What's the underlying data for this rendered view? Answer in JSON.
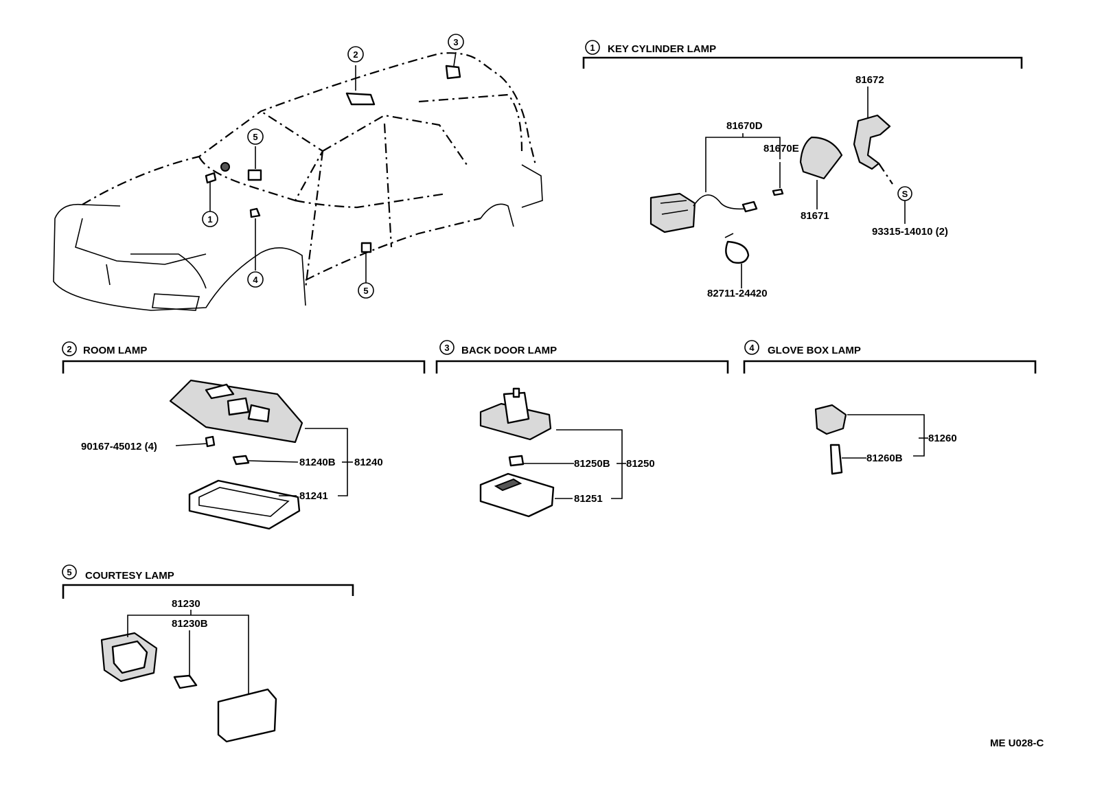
{
  "sections": {
    "key_cylinder": {
      "number": "1",
      "title": "KEY CYLINDER LAMP",
      "parts": [
        "81672",
        "81670D",
        "81670E",
        "81671",
        "93315-14010 (2)",
        "82711-24420"
      ],
      "screw_symbol": "S"
    },
    "room": {
      "number": "2",
      "title": "ROOM LAMP",
      "parts": [
        "90167-45012 (4)",
        "81240B",
        "81240",
        "81241"
      ]
    },
    "back_door": {
      "number": "3",
      "title": "BACK DOOR LAMP",
      "parts": [
        "81250B",
        "81250",
        "81251"
      ]
    },
    "glove_box": {
      "number": "4",
      "title": "GLOVE BOX LAMP",
      "parts": [
        "81260",
        "81260B"
      ]
    },
    "courtesy": {
      "number": "5",
      "title": "COURTESY LAMP",
      "parts": [
        "81230",
        "81230B"
      ]
    }
  },
  "vehicle_callouts": [
    "2",
    "3",
    "5",
    "1",
    "4",
    "5"
  ],
  "diagram_code": "ME U028-C"
}
